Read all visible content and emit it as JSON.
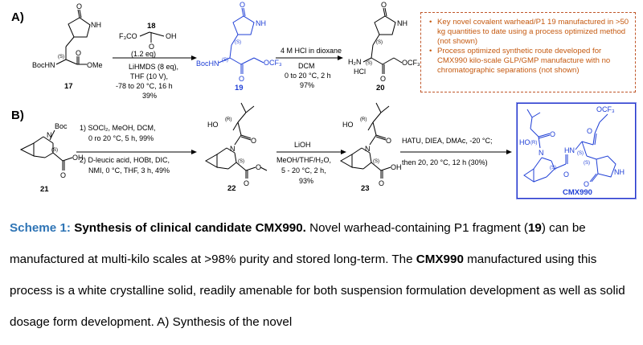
{
  "parts": {
    "a": "A)",
    "b": "B)"
  },
  "scheme_a": {
    "compound_17": {
      "label": "17",
      "atoms": {
        "boc_hn": "BocHN",
        "nh": "NH",
        "o_ring": "O",
        "o_ester": "O",
        "ome": "OMe",
        "stereo": "(S)"
      }
    },
    "reagent_18": {
      "label": "18",
      "formula_left": "F₃CO",
      "o_acid": "O",
      "oh": "OH",
      "o_carbonyl": "O",
      "eq": "(1.2 eq)"
    },
    "step1_conditions": [
      "LiHMDS (8 eq),",
      "THF (10 V),",
      "-78 to 20 °C, 16 h",
      "39%"
    ],
    "compound_19": {
      "label": "19",
      "atoms": {
        "boc_hn": "BocHN",
        "nh": "NH",
        "o_ring": "O",
        "o_ketone": "O",
        "ocf3": "OCF₃",
        "stereo1": "(S)",
        "stereo2": "(S)"
      }
    },
    "step2_conditions": [
      "4 M HCl in dioxane",
      "DCM",
      "0 to 20 °C, 2 h",
      "97%"
    ],
    "compound_20": {
      "label": "20",
      "atoms": {
        "h2n": "H₂N",
        "hcl": "HCl",
        "nh": "NH",
        "o_ring": "O",
        "o_ketone": "O",
        "ocf3": "OCF₃",
        "stereo1": "(S)",
        "stereo2": "(S)"
      }
    },
    "notes": [
      "Key novel covalent warhead/P1 19 manufactured in >50 kg quantities to date using a process optimized method (not shown)",
      "Process optimized synthetic route developed for CMX990 kilo-scale GLP/GMP manufacture with no chromatographic separations (not shown)"
    ]
  },
  "scheme_b": {
    "compound_21": {
      "label": "21",
      "atoms": {
        "n": "N",
        "boc": "Boc",
        "o": "O",
        "oh": "OH",
        "stereo": "(S)"
      }
    },
    "step1_conditions": [
      "1) SOCl₂, MeOH, DCM,",
      "0 ro 20 °C, 5 h, 99%",
      "2) D-leucic acid, HOBt, DIC,",
      "NMI, 0 °C, THF, 3 h, 49%"
    ],
    "compound_22": {
      "label": "22",
      "atoms": {
        "ho": "HO",
        "r": "(R)",
        "n": "N",
        "o1": "O",
        "o2": "O",
        "o3": "O",
        "stereo": "(S)"
      }
    },
    "step2_conditions": [
      "LiOH",
      "MeOH/THF/H₂O,",
      "5 - 20 °C, 2 h,",
      "93%"
    ],
    "compound_23": {
      "label": "23",
      "atoms": {
        "ho": "HO",
        "r": "(R)",
        "n": "N",
        "o1": "O",
        "oh": "OH",
        "o2": "O",
        "stereo": "(S)"
      }
    },
    "step3_conditions": [
      "HATU, DIEA, DMAc, -20 °C;",
      "then 20, 20 °C, 12 h (30%)"
    ],
    "product": {
      "label": "CMX990",
      "atoms": {
        "ocf3": "OCF₃",
        "ho": "HO",
        "r": "(R)",
        "n": "N",
        "hn": "HN",
        "o1": "O",
        "o2": "O",
        "o3": "O",
        "nh": "NH",
        "o4": "O",
        "s1": "(S)",
        "s2": "(S)",
        "s3": "(S)"
      }
    }
  },
  "caption": {
    "scheme": "Scheme 1:",
    "title": "Synthesis of clinical candidate CMX990.",
    "t1": " Novel warhead-containing P1 fragment (",
    "c19": "19",
    "t2": ") can be manufactured at multi-kilo scales at >98% purity and stored long-term. The ",
    "cmx": "CMX990",
    "t3": " manufactured using this process is a white crystalline solid, readily amenable for both suspension formulation development as well as solid dosage form development.  A) Synthesis of the novel"
  },
  "colors": {
    "product_blue": "#1f3fd6",
    "note_orange": "#c55a11",
    "caption_blue": "#2e74b5"
  }
}
